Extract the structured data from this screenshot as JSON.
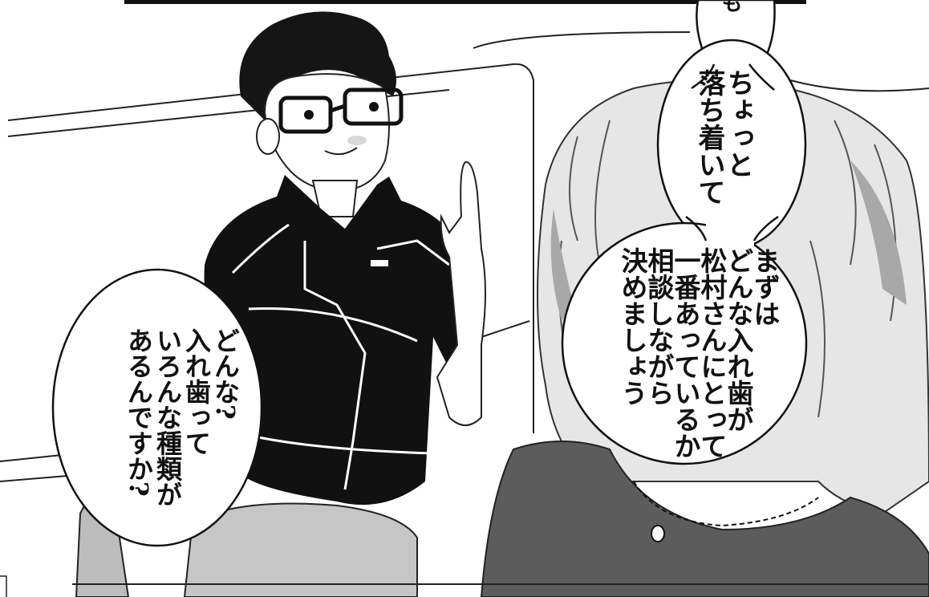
{
  "bubbles": {
    "top_fragment": "も",
    "calm_down": "ちょっと\n落ち着いて",
    "first_decide": "まずは\nどんな入れ歯が\n松村さんにとって\n一番あっているか\n相談しながら\n決めましょう",
    "question": "どんな?\n入れ歯って\nいろんな種類が\nあるんですか?"
  },
  "colors": {
    "ink": "#111111",
    "screentone_dark": "#5c5c5c",
    "screentone_light": "#c4c4c4",
    "paper": "#ffffff"
  }
}
